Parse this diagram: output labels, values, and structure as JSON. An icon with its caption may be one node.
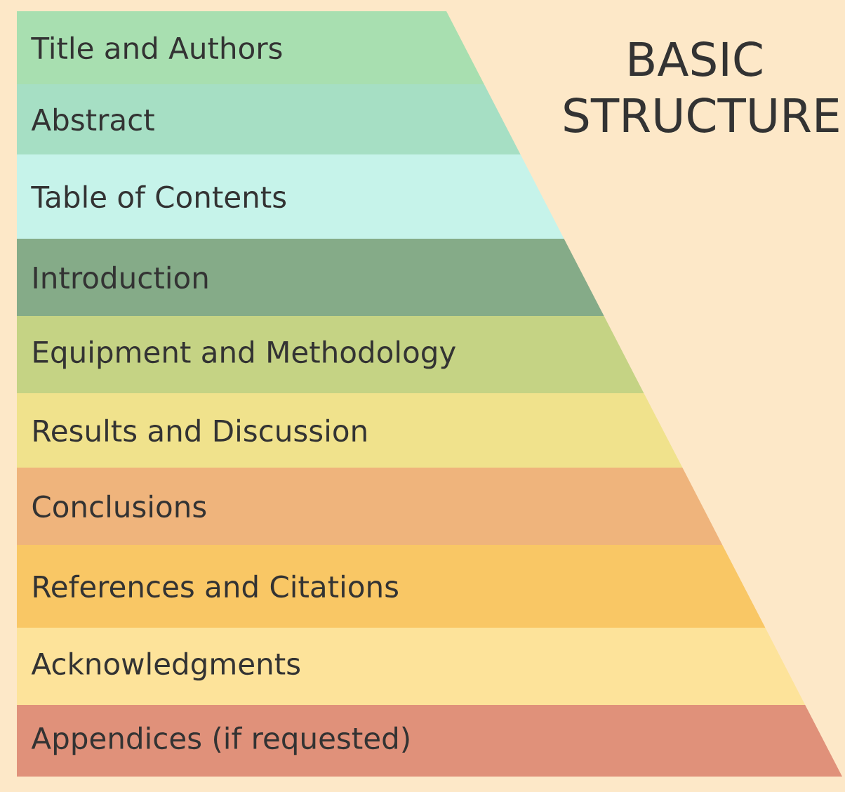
{
  "diagram": {
    "title": "BASIC STRUCTURE",
    "nodes": [
      {
        "text": [
          "Title and Authors"
        ]
      },
      {
        "text": [
          "Abstract"
        ]
      },
      {
        "text": [
          "Table of Contents"
        ]
      },
      {
        "text": [
          "Introduction"
        ]
      },
      {
        "text": [
          "Equipment and Methodology"
        ]
      },
      {
        "text": [
          "Results and Discussion"
        ]
      },
      {
        "text": [
          "Conclusions"
        ]
      },
      {
        "text": [
          "References and Citations"
        ]
      },
      {
        "text": [
          "Acknowledgments"
        ]
      },
      {
        "text": [
          "Appendices (if requested)"
        ]
      }
    ]
  }
}
